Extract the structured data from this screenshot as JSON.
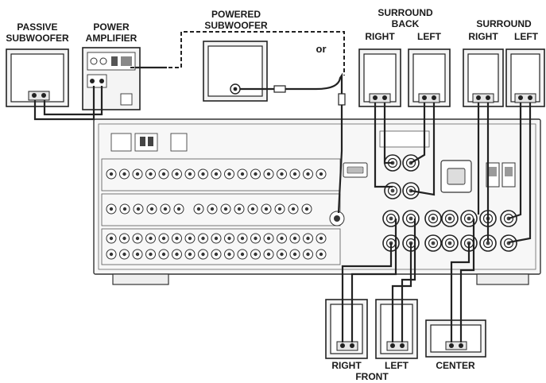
{
  "labels": {
    "passive_subwoofer_l1": "PASSIVE",
    "passive_subwoofer_l2": "SUBWOOFER",
    "power_amplifier_l1": "POWER",
    "power_amplifier_l2": "AMPLIFIER",
    "powered_subwoofer_l1": "POWERED",
    "powered_subwoofer_l2": "SUBWOOFER",
    "or": "or",
    "surround_back_l1": "SURROUND",
    "surround_back_l2": "BACK",
    "sb_right": "RIGHT",
    "sb_left": "LEFT",
    "surround": "SURROUND",
    "s_right": "RIGHT",
    "s_left": "LEFT",
    "front_right": "RIGHT",
    "front_left": "LEFT",
    "front": "FRONT",
    "center": "CENTER"
  },
  "icons": {
    "speaker": "speaker-icon",
    "amplifier": "power-amplifier-icon",
    "receiver": "av-receiver-rear-panel-icon",
    "binding_post": "binding-post-icon",
    "rca_plug": "rca-plug-icon"
  }
}
